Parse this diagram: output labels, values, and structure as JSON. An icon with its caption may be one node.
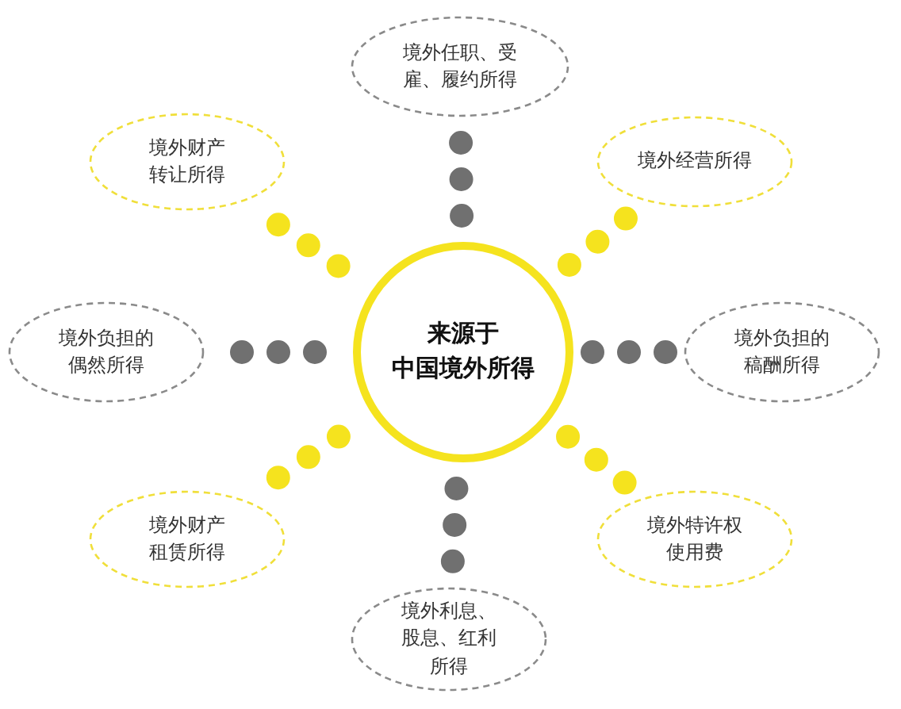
{
  "diagram": {
    "nodes": [
      {
        "text": [
          "来源于",
          "中国境外所得"
        ]
      },
      {
        "text": [
          "境外任职、受雇、履约所得"
        ]
      },
      {
        "text": [
          "境外财产转让所得"
        ]
      },
      {
        "text": [
          "境外经营所得"
        ]
      },
      {
        "text": [
          "境外负担的偶然所得"
        ]
      },
      {
        "text": [
          "境外负担的稿酬所得"
        ]
      },
      {
        "text": [
          "境外财产租赁所得"
        ]
      },
      {
        "text": [
          "境外特许权使用费"
        ]
      },
      {
        "text": [
          "境外利息、股息、红利所得"
        ]
      }
    ],
    "edges": [
      {
        "from": 0,
        "to": 1,
        "arrow": "none",
        "color": "#707070"
      },
      {
        "from": 0,
        "to": 2,
        "arrow": "none",
        "color": "#f5e31e"
      },
      {
        "from": 0,
        "to": 3,
        "arrow": "none",
        "color": "#f5e31e"
      },
      {
        "from": 0,
        "to": 4,
        "arrow": "none",
        "color": "#707070"
      },
      {
        "from": 0,
        "to": 5,
        "arrow": "none",
        "color": "#707070"
      },
      {
        "from": 0,
        "to": 6,
        "arrow": "none",
        "color": "#f5e31e"
      },
      {
        "from": 0,
        "to": 7,
        "arrow": "none",
        "color": "#f5e31e"
      },
      {
        "from": 0,
        "to": 8,
        "arrow": "none",
        "color": "#707070"
      }
    ]
  }
}
